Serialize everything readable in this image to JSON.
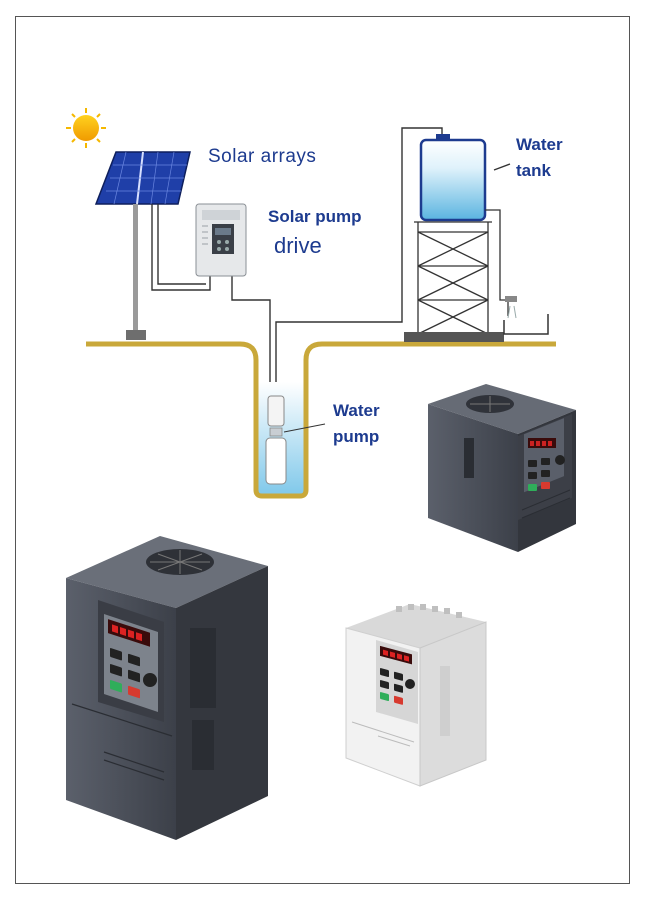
{
  "labels": {
    "solar_arrays": "Solar arrays",
    "solar_pump_drive_line1": "Solar pump",
    "solar_pump_drive_line2": "drive",
    "water_tank_line1": "Water",
    "water_tank_line2": "tank",
    "water_pump_line1": "Water",
    "water_pump_line2": "pump"
  },
  "colors": {
    "label_text": "#1d3b8f",
    "ground": "#c9a83a",
    "water": "#9fd6ee",
    "sun": "#f5b800",
    "panel": "#1f3fa8",
    "inverter_dark": "#4a4f5a",
    "inverter_white": "#eeeeee",
    "keypad_green": "#2fae5a",
    "keypad_red": "#d73a2f"
  },
  "icons": [
    "sun-icon",
    "solar-panel-icon",
    "pump-drive-icon",
    "water-tank-icon",
    "submersible-pump-icon",
    "faucet-icon",
    "inverter-icon"
  ]
}
